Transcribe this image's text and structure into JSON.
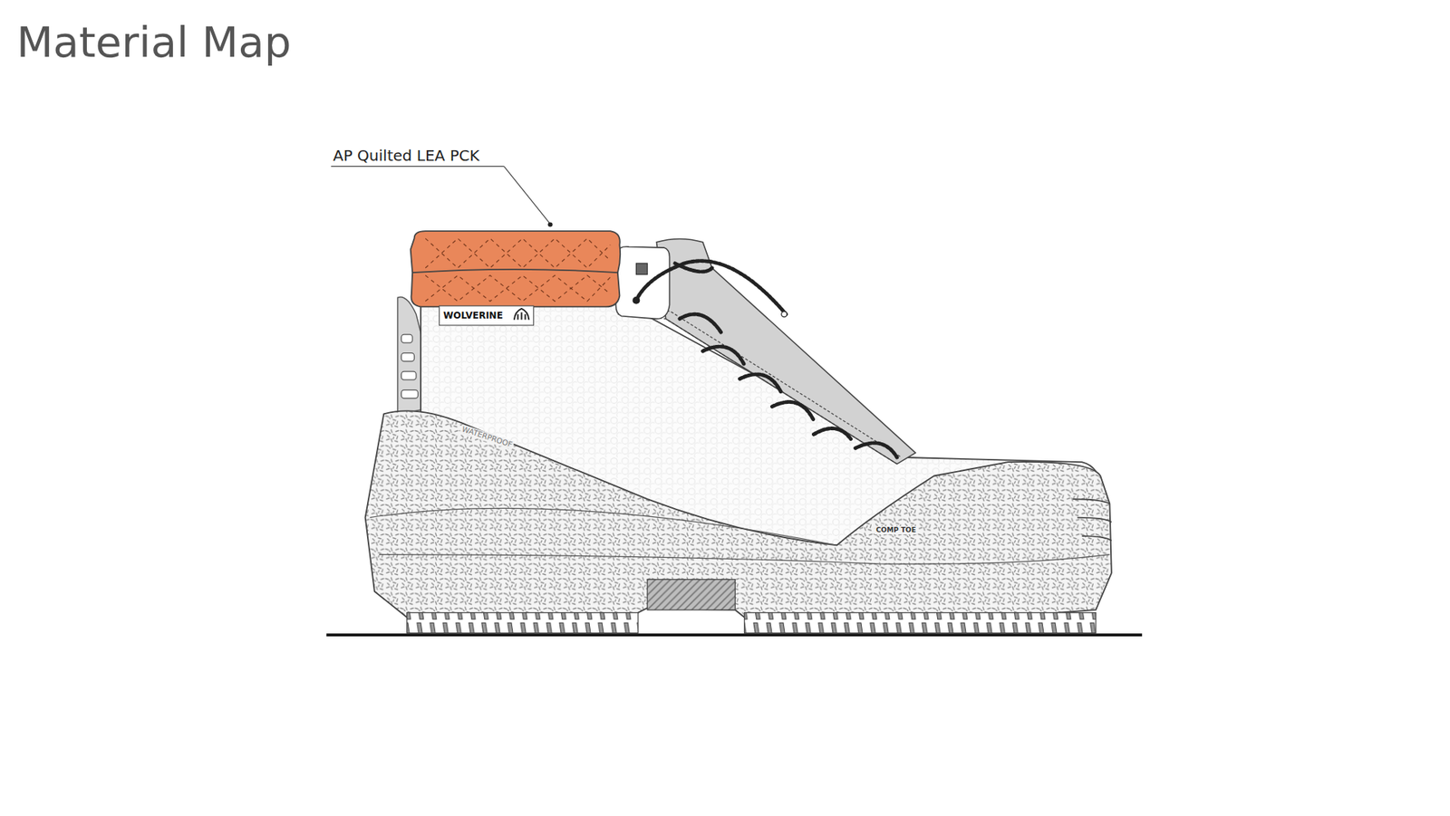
{
  "diagram": {
    "title": "Material Map",
    "labels": [
      "AP Quilted LEA PCK",
      "WOLVERINE",
      "WATERPROOF",
      "COMP TOE"
    ]
  }
}
